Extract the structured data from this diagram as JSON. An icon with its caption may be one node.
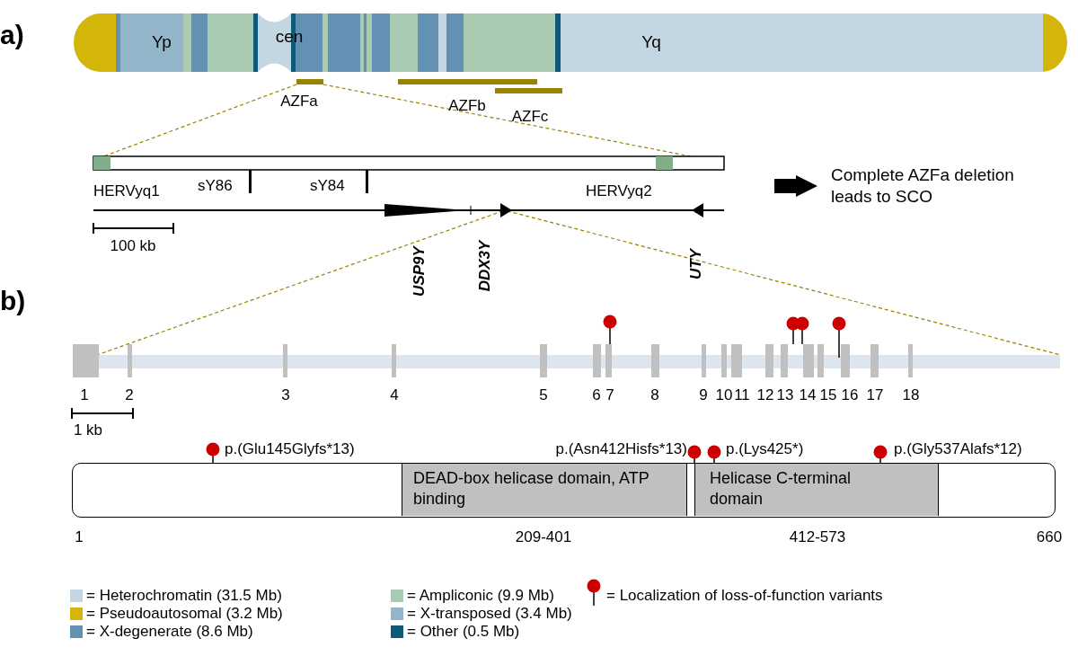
{
  "diagram": {
    "nodes": [
      {
        "text": [],
        "shape": "bar"
      },
      {
        "text": [],
        "shape": "bar"
      },
      {
        "text": [],
        "shape": "triangle"
      },
      {
        "text": [
          "Complete AZFa deletion leads to SCO"
        ]
      },
      {
        "text": [],
        "shape": "bar"
      },
      {
        "text": [],
        "shape": "box"
      },
      {
        "text": [
          "DEAD-box helicase domain, ATP binding"
        ],
        "in": 5
      },
      {
        "text": [
          "Helicase C-terminal domain"
        ],
        "in": 5
      }
    ],
    "edges": [
      {
        "from": null,
        "to": 3,
        "arrow": "to",
        "style": "thick",
        "color": "#000000"
      },
      {
        "from": 0,
        "to": 1,
        "arrow": "none",
        "style": "dashed",
        "color": "#9a8200"
      },
      {
        "from": 0,
        "to": 1,
        "arrow": "none",
        "style": "dashed",
        "color": "#9a8200"
      },
      {
        "from": 2,
        "to": 4,
        "arrow": "none",
        "style": "dashed",
        "color": "#9a8200"
      },
      {
        "from": 2,
        "to": 4,
        "arrow": "none",
        "style": "dashed",
        "color": "#9a8200"
      }
    ],
    "labels": [
      "a)",
      "Yp",
      "cen",
      "Yq",
      "AZFa",
      "AZFb",
      "AZFc",
      "HERVyq1",
      "sY86",
      "sY84",
      "HERVyq2",
      "100 kb",
      "USP9Y",
      "DDX3Y",
      "UTY",
      "b)",
      "1",
      "2",
      "3",
      "4",
      "5",
      "6",
      "7",
      "8",
      "9",
      "10",
      "11",
      "12",
      "13",
      "14",
      "15",
      "16",
      "17",
      "18",
      "1 kb",
      "p.(Glu145Glyfs*13)",
      "p.(Asn412Hisfs*13)",
      "p.(Lys425*)",
      "p.(Gly537Alafs*12)",
      "1",
      "209-401",
      "412-573",
      "660"
    ],
    "legend": [
      {
        "text": "= Heterochromatin (31.5 Mb)",
        "color": "#c3d6e2"
      },
      {
        "text": "= Ampliconic (9.9 Mb)",
        "color": "#a9cbb2"
      },
      {
        "text": "= Localization of loss-of-function variants"
      },
      {
        "text": "= Pseudoautosomal (3.2 Mb)",
        "color": "#d4b60a"
      },
      {
        "text": "= X-transposed (3.4 Mb)",
        "color": "#92b5ca"
      },
      {
        "text": "= X-degenerate (8.6 Mb)",
        "color": "#6391b3"
      },
      {
        "text": "= Other (0.5 Mb)",
        "color": "#0e5a78"
      }
    ]
  }
}
